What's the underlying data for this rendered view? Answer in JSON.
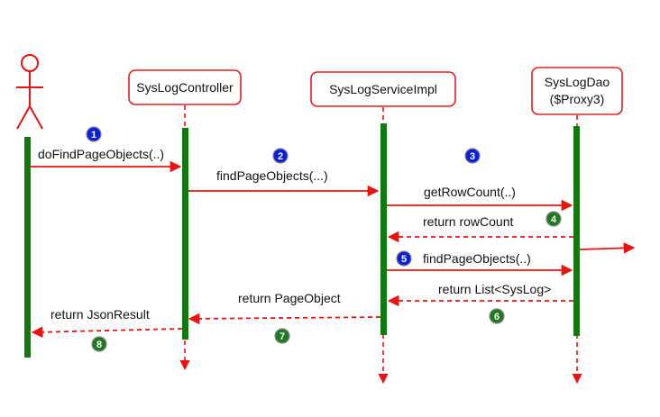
{
  "participants": [
    {
      "id": "actor",
      "label": ""
    },
    {
      "id": "controller",
      "label": "SysLogController"
    },
    {
      "id": "service",
      "label": "SysLogServiceImpl"
    },
    {
      "id": "dao",
      "label_line1": "SysLogDao",
      "label_line2": "($Proxy3)"
    }
  ],
  "messages": [
    {
      "label": "doFindPageObjects(..)",
      "step": "1",
      "badge_color": "#0a1ed8"
    },
    {
      "label": "findPageObjects(...)",
      "step": "2",
      "badge_color": "#0a1ed8"
    },
    {
      "label": "getRowCount(..)",
      "step": "3",
      "badge_color": "#0a1ed8"
    },
    {
      "label": "return rowCount",
      "step": "4",
      "badge_color": "#1f7a1f"
    },
    {
      "label": "findPageObjects(..)",
      "step": "5",
      "badge_color": "#0a1ed8"
    },
    {
      "label": "return List<SysLog>",
      "step": "6",
      "badge_color": "#1f7a1f"
    },
    {
      "label": "return PageObject",
      "step": "7",
      "badge_color": "#1f7a1f"
    },
    {
      "label": "return JsonResult",
      "step": "8",
      "badge_color": "#1f7a1f"
    }
  ],
  "colors": {
    "arrow": "#ee1111",
    "activation": "#0f7a0f",
    "box_border": "#e02020"
  }
}
